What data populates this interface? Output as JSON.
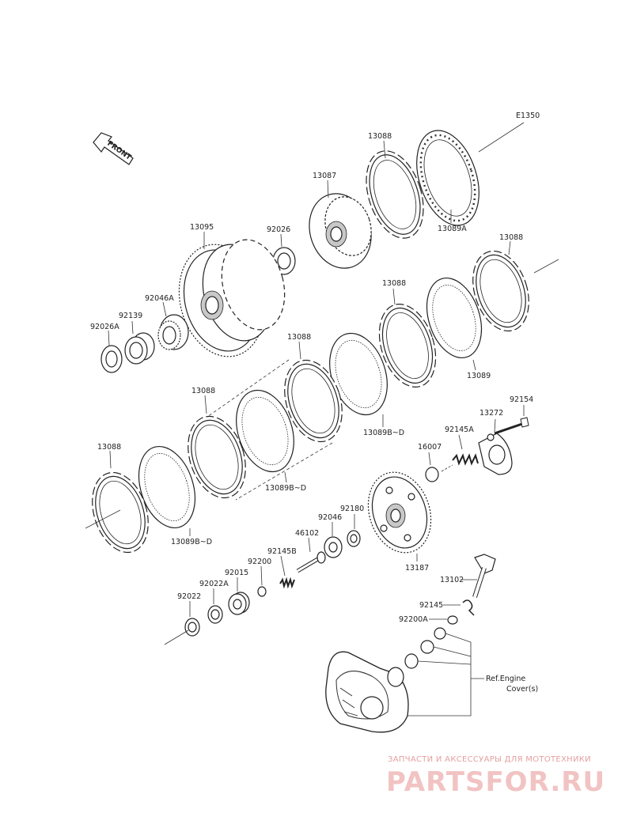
{
  "diagram": {
    "code": "E1350",
    "front": "FRONT",
    "labels": {
      "p13088_top": "13088",
      "p13087": "13087",
      "p13089A": "13089A",
      "p13095": "13095",
      "p92026": "92026",
      "p92046A": "92046A",
      "p92139": "92139",
      "p92026A": "92026A",
      "p13088_right": "13088",
      "p13088_mid": "13088",
      "p13089_right": "13089",
      "p13088_c": "13088",
      "p13089BD_1": "13089B~D",
      "p13088_d": "13088",
      "p13089BD_2": "13089B~D",
      "p13088_left": "13088",
      "p13089BD_3": "13089B~D",
      "p92154": "92154",
      "p13272": "13272",
      "p92145A": "92145A",
      "p16007": "16007",
      "p92180": "92180",
      "p92046": "92046",
      "p46102": "46102",
      "p92145B": "92145B",
      "p92200": "92200",
      "p92015": "92015",
      "p92022A": "92022A",
      "p92022": "92022",
      "p13187": "13187",
      "p13102": "13102",
      "p92145": "92145",
      "p92200A": "92200A",
      "ref1": "Ref.Engine",
      "ref2": "Cover(s)"
    }
  },
  "watermark": {
    "tagline": "ЗАПЧАСТИ И АКСЕССУАРЫ ДЛЯ МОТОТЕХНИКИ",
    "logo": "PARTSFOR.RU"
  }
}
